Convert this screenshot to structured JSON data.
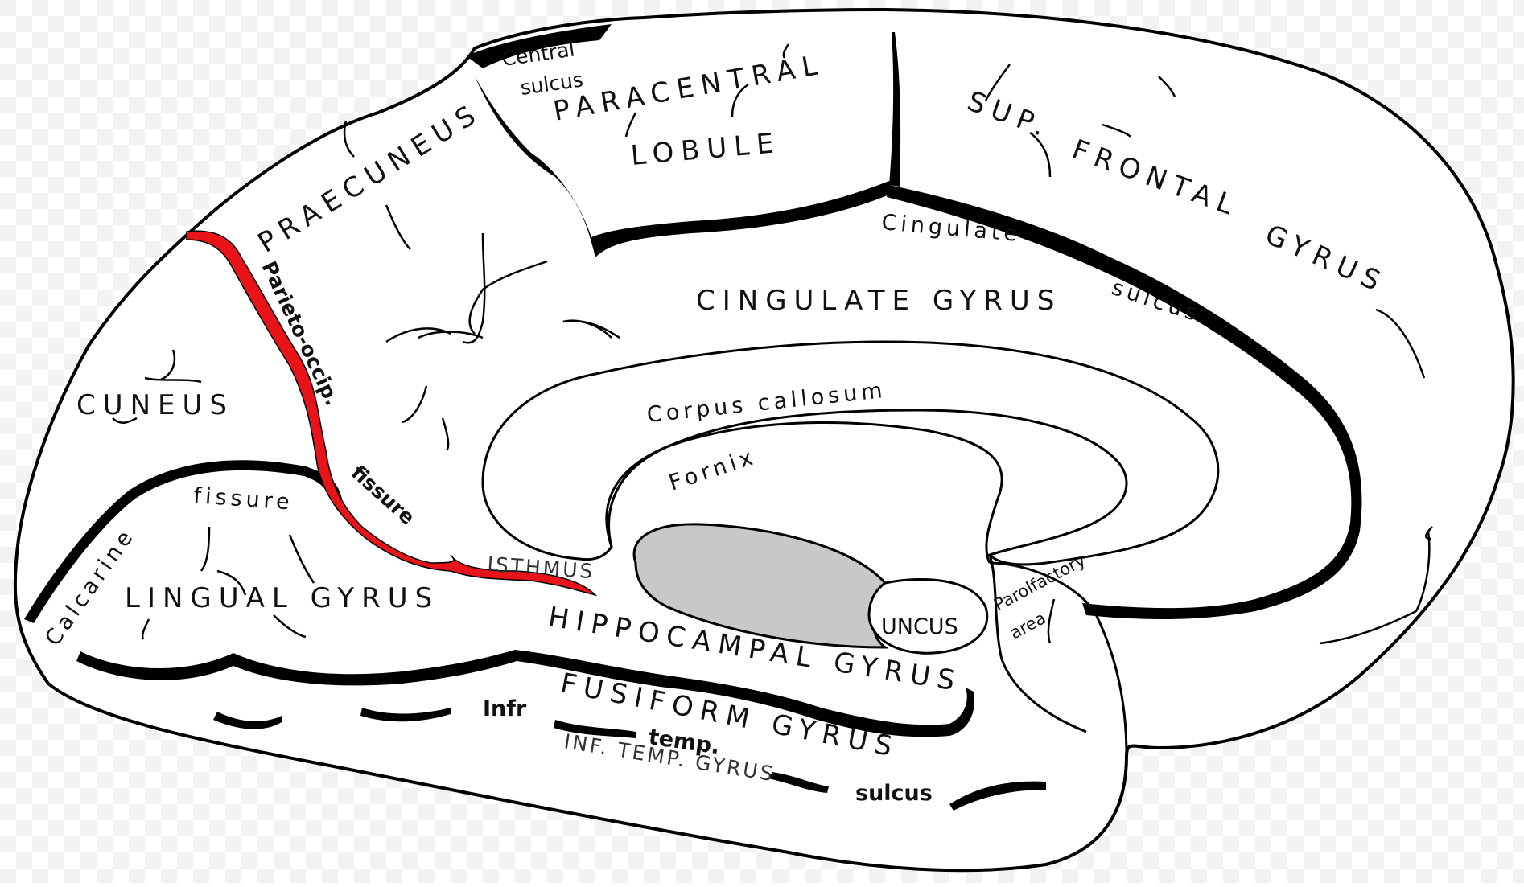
{
  "colors": {
    "background": "#ffffff",
    "checker": "#f2f2f2",
    "outline": "#000000",
    "highlight": "#e8141a",
    "shaded": "#c8c8c8"
  },
  "labels": {
    "central_sulcus_1": "Central",
    "central_sulcus_2": "sulcus",
    "paracentral_1": "PARACENTRAL",
    "paracentral_2": "LOBULE",
    "sup_frontal_1": "SUP.",
    "sup_frontal_2": "FRONTAL",
    "sup_frontal_3": "GYRUS",
    "praecuneus": "PRAECUNEUS",
    "cingulate_sulcus_1": "Cingulate",
    "cingulate_sulcus_2": "sulcus",
    "cingulate_gyrus": "CINGULATE GYRUS",
    "parieto_occip": "Parieto-occip.",
    "fissure": "fissure",
    "cuneus": "CUNEUS",
    "corpus_callosum": "Corpus callosum",
    "fornix": "Fornix",
    "calcarine": "Calcarine",
    "calcarine_fissure": "fissure",
    "lingual_gyrus": "LINGUAL GYRUS",
    "isthmus": "ISTHMUS",
    "hippocampal_gyrus": "HIPPOCAMPAL GYRUS",
    "uncus": "UNCUS",
    "parolfactory_1": "Parolfactory",
    "parolfactory_2": "area",
    "fusiform_gyrus": "FUSIFORM GYRUS",
    "infr": "Infr",
    "temp": "temp.",
    "sulcus": "sulcus",
    "inf_temp_gyrus": "INF. TEMP. GYRUS"
  }
}
